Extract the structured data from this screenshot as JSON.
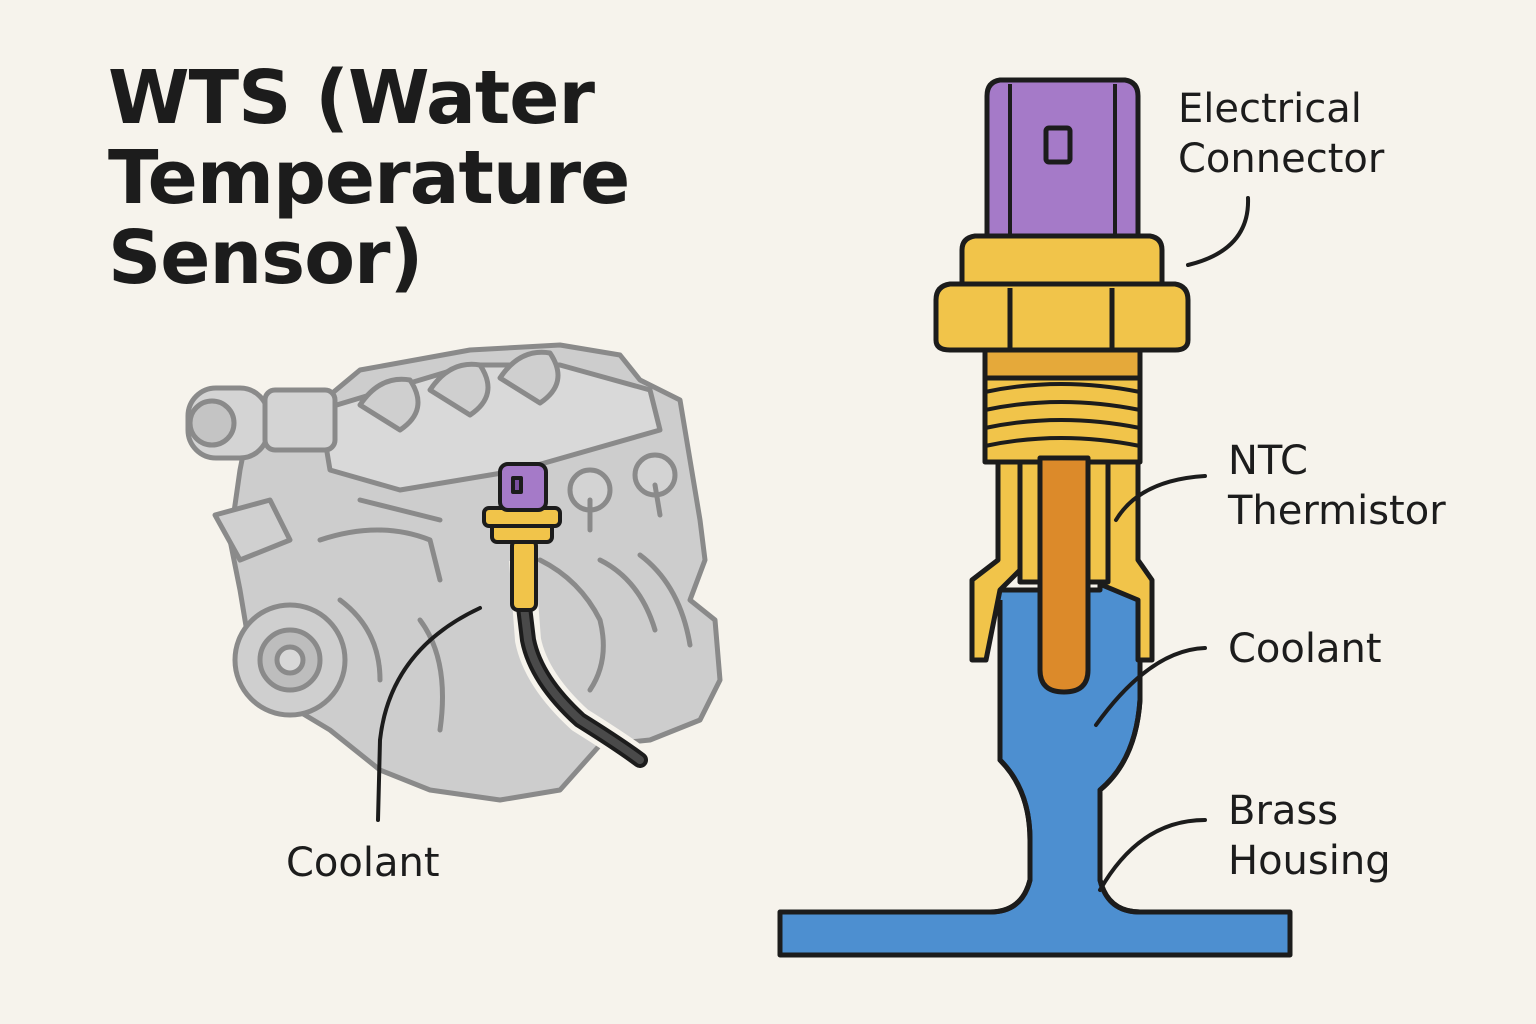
{
  "title": {
    "line1": "WTS (Water",
    "line2": "Temperature",
    "line3": "Sensor)"
  },
  "engine_label": "Coolant",
  "callouts": {
    "electrical_connector": {
      "line1": "Electrical",
      "line2": "Connector"
    },
    "ntc_thermistor": {
      "line1": "NTC",
      "line2": "Thermistor"
    },
    "coolant": {
      "line1": "Coolant"
    },
    "brass_housing": {
      "line1": "Brass",
      "line2": "Housing"
    }
  },
  "colors": {
    "background": "#f6f3ec",
    "connector_purple": "#a57ac8",
    "brass_yellow": "#f1c44a",
    "thermistor_orange": "#dc8a2a",
    "coolant_blue": "#4d8fd0",
    "engine_gray": "#c8c8c8",
    "outline": "#1c1c1c"
  }
}
